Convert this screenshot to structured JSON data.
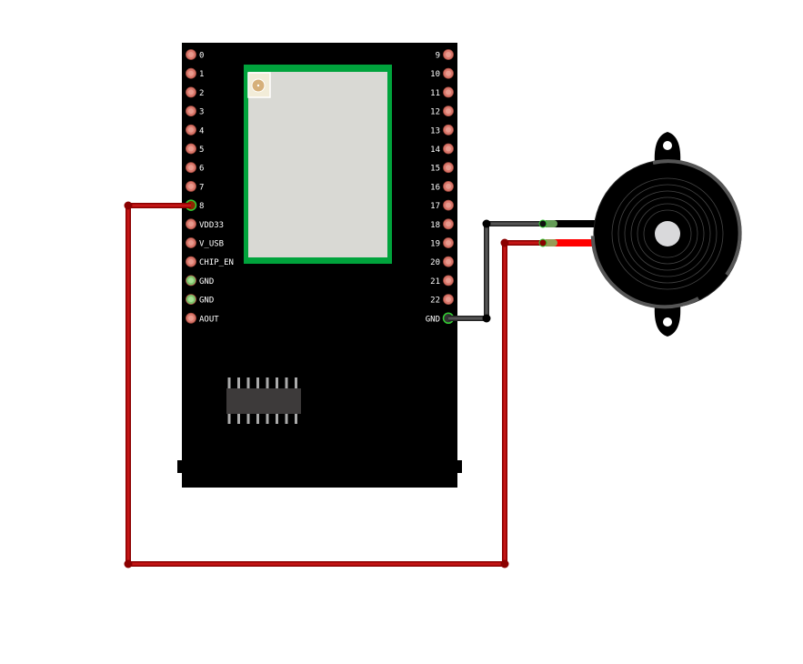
{
  "board": {
    "left_pins": [
      "0",
      "1",
      "2",
      "3",
      "4",
      "5",
      "6",
      "7",
      "8",
      "VDD33",
      "V_USB",
      "CHIP_EN",
      "GND",
      "GND",
      "AOUT"
    ],
    "right_pins": [
      "9",
      "10",
      "11",
      "12",
      "13",
      "14",
      "15",
      "16",
      "17",
      "18",
      "19",
      "20",
      "21",
      "22",
      "GND"
    ],
    "connected_left": [
      "8"
    ],
    "gnd_color": "#7dc36b",
    "pin_color": "#d9776b",
    "module_color": "#00a33c",
    "shield_color": "#d9d9d4"
  },
  "wires": {
    "signal_color": "#b30e0e",
    "ground_color": "#404040",
    "lead_red": "#ff0000",
    "lead_black": "#000000"
  }
}
